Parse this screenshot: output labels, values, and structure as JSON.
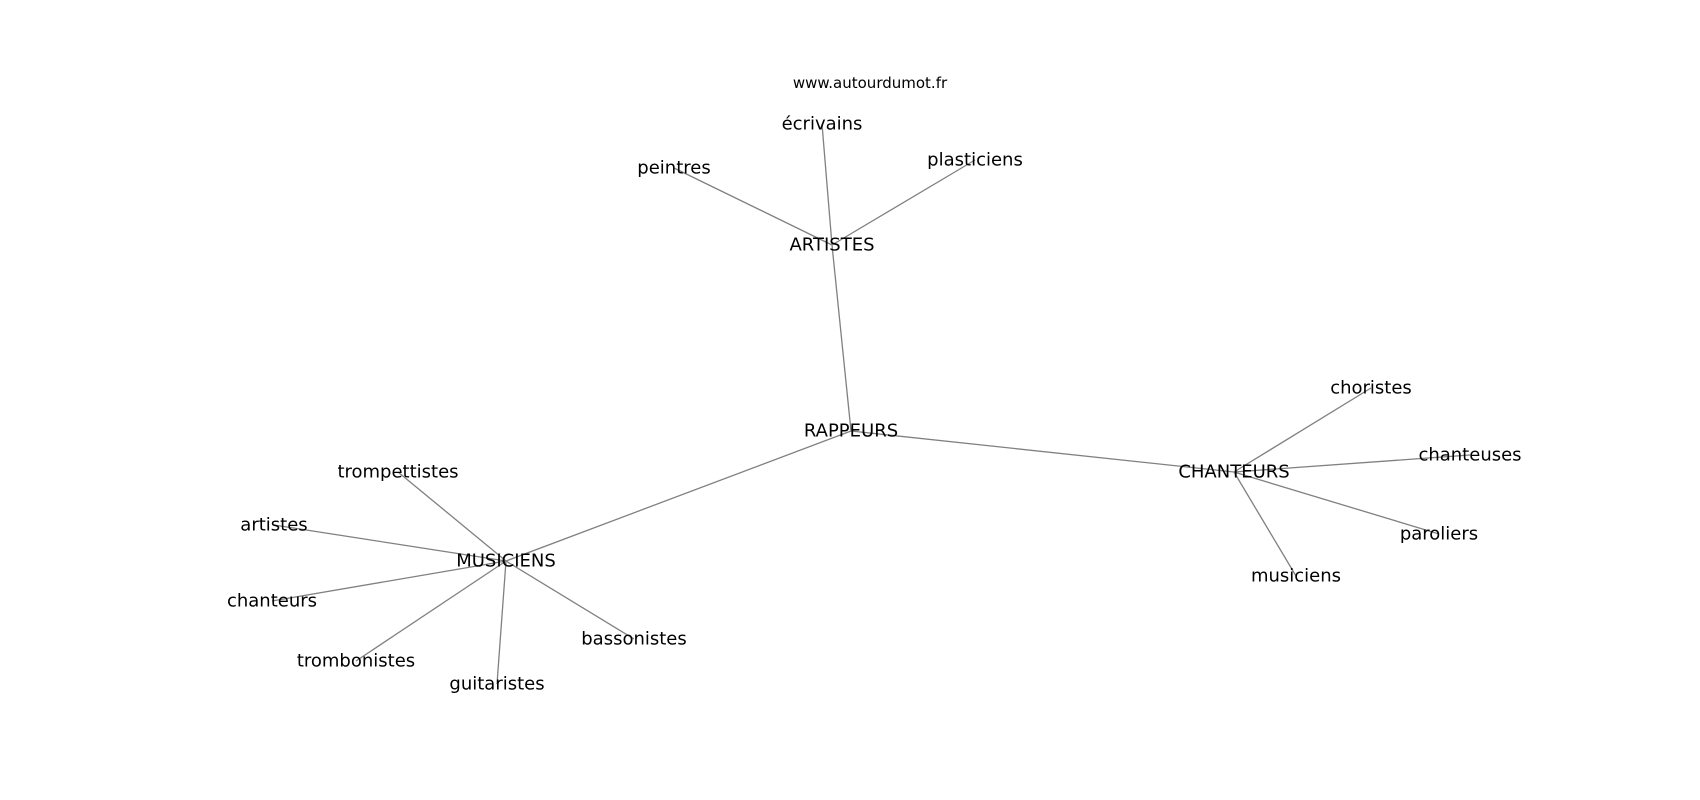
{
  "site": "www.autourdumot.fr",
  "graph": {
    "hub": "RAPPEURS",
    "clusters": [
      {
        "center": "ARTISTES",
        "words": [
          "peintres",
          "écrivains",
          "plasticiens"
        ]
      },
      {
        "center": "MUSICIENS",
        "words": [
          "trompettistes",
          "artistes",
          "chanteurs",
          "trombonistes",
          "guitaristes",
          "bassonistes"
        ]
      },
      {
        "center": "CHANTEURS",
        "words": [
          "choristes",
          "chanteuses",
          "paroliers",
          "musiciens"
        ]
      }
    ]
  }
}
